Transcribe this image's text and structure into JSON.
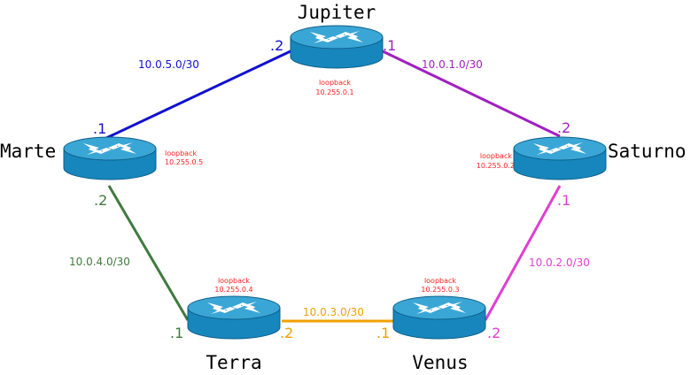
{
  "colors": {
    "jupiter_marte": "#1010d0",
    "jupiter_saturno": "#a020c0",
    "marte_terra": "#3f7a3f",
    "terra_venus": "#f0a000",
    "venus_saturno": "#e040d0",
    "loopback": "#ff2020",
    "router_body": "#1a8fc4",
    "router_top": "#3aa6d6"
  },
  "routers": {
    "jupiter": {
      "name": "Jupiter",
      "icon": "router-icon",
      "loopback_label": "loopback",
      "loopback_ip": "10.255.0.1"
    },
    "marte": {
      "name": "Marte",
      "icon": "router-icon",
      "loopback_label": "loopback",
      "loopback_ip": "10.255.0.5"
    },
    "saturno": {
      "name": "Saturno",
      "icon": "router-icon",
      "loopback_label": "loopback",
      "loopback_ip": "10.255.0.2"
    },
    "terra": {
      "name": "Terra",
      "icon": "router-icon",
      "loopback_label": "loopback",
      "loopback_ip": "10.255.0.4"
    },
    "venus": {
      "name": "Venus",
      "icon": "router-icon",
      "loopback_label": "loopback",
      "loopback_ip": "10.255.0.3"
    }
  },
  "links": {
    "jupiter_marte": {
      "network": "10.0.5.0/30",
      "jupiter_if": ".2",
      "marte_if": ".1"
    },
    "jupiter_saturno": {
      "network": "10.0.1.0/30",
      "jupiter_if": ".1",
      "saturno_if": ".2"
    },
    "marte_terra": {
      "network": "10.0.4.0/30",
      "marte_if": ".2",
      "terra_if": ".1"
    },
    "terra_venus": {
      "network": "10.0.3.0/30",
      "terra_if": ".2",
      "venus_if": ".1"
    },
    "venus_saturno": {
      "network": "10.0.2.0/30",
      "saturno_if": ".1",
      "venus_if": ".2"
    }
  }
}
